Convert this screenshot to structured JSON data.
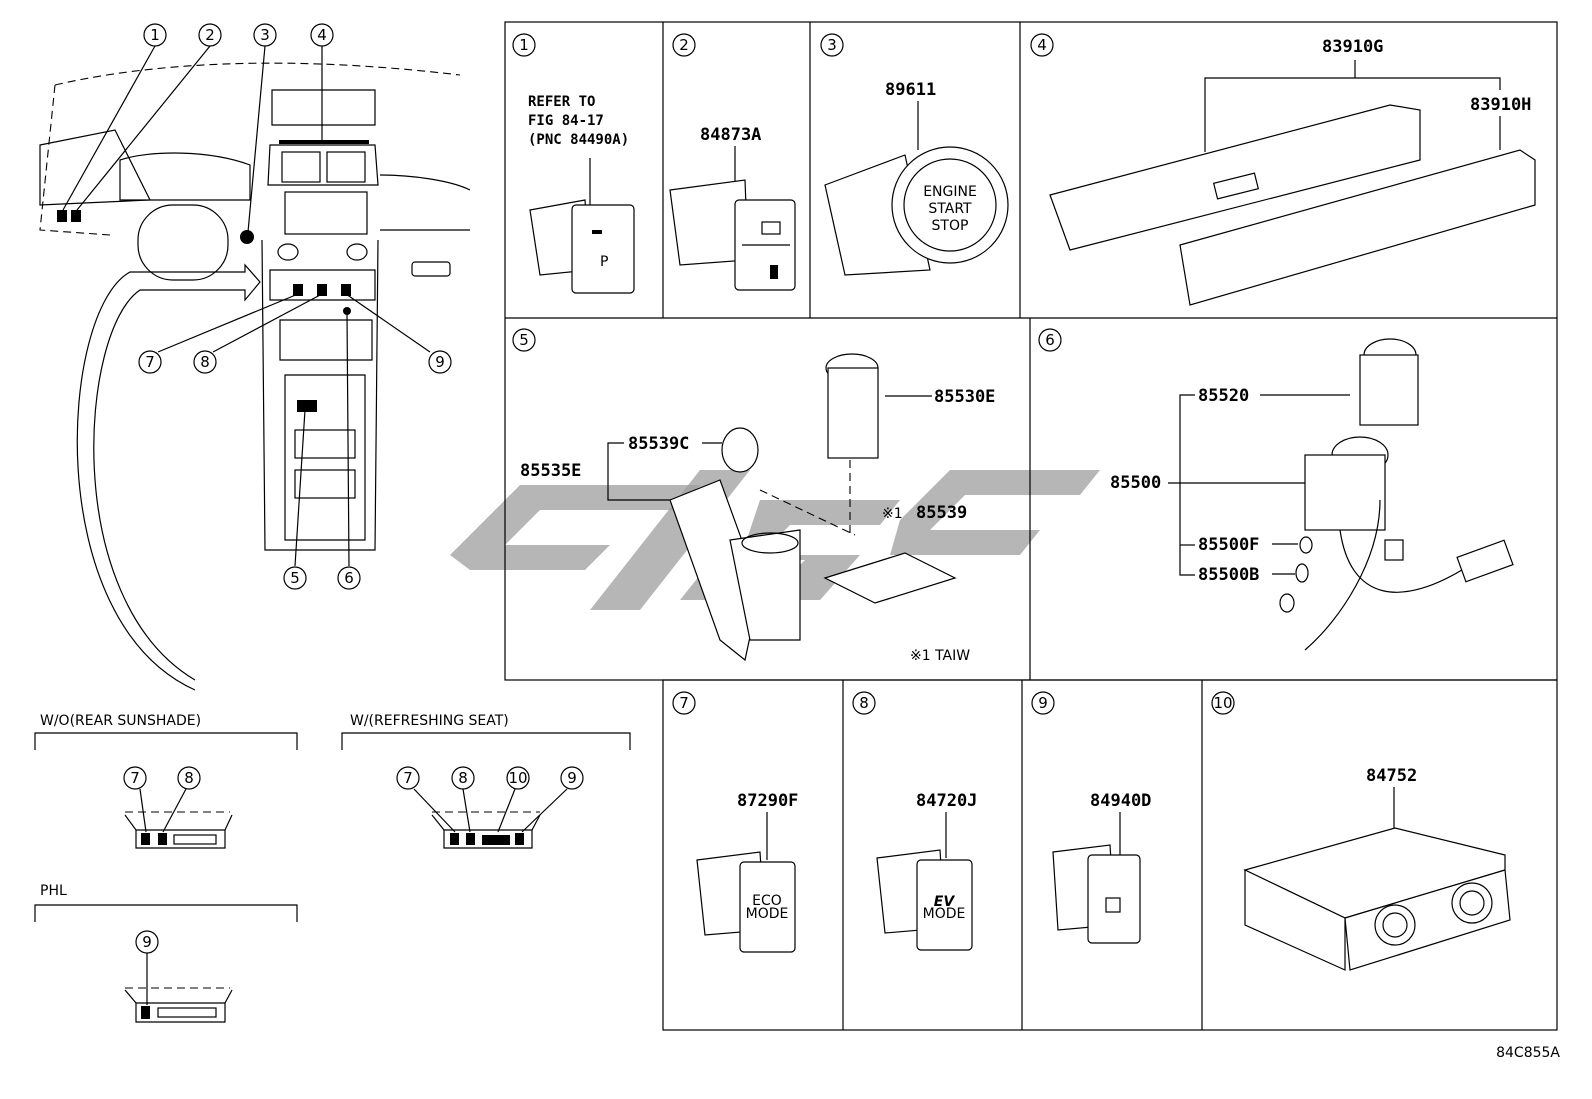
{
  "overview_callouts": [
    "1",
    "2",
    "3",
    "4",
    "5",
    "6",
    "7",
    "8",
    "9"
  ],
  "panels": [
    {
      "num": "1",
      "lines": [
        "REFER TO",
        "FIG 84-17",
        "(PNC 84490A)"
      ],
      "icon_text": "P"
    },
    {
      "num": "2",
      "part": "84873A"
    },
    {
      "num": "3",
      "part": "89611",
      "button_text": [
        "ENGINE",
        "START",
        "STOP"
      ]
    },
    {
      "num": "4",
      "parts": [
        "83910G",
        "83910H"
      ]
    },
    {
      "num": "5",
      "parts": [
        "85530E",
        "85539C",
        "85535E",
        "85539"
      ],
      "marker": "※1",
      "note": "※1 TAIW"
    },
    {
      "num": "6",
      "parts": [
        "85520",
        "85500",
        "85500F",
        "85500B"
      ]
    },
    {
      "num": "7",
      "part": "87290F",
      "button_text": [
        "ECO",
        "MODE"
      ]
    },
    {
      "num": "8",
      "part": "84720J",
      "button_text": [
        "EV",
        "MODE"
      ]
    },
    {
      "num": "9",
      "part": "84940D"
    },
    {
      "num": "10",
      "part": "84752"
    }
  ],
  "variants": [
    {
      "title": "W/O(REAR SUNSHADE)",
      "callouts": [
        "7",
        "8"
      ]
    },
    {
      "title": "W/(REFRESHING SEAT)",
      "callouts": [
        "7",
        "8",
        "10",
        "9"
      ]
    },
    {
      "title": "PHL",
      "callouts": [
        "9"
      ]
    }
  ],
  "figure_code": "84C855A",
  "colors": {
    "line": "#000000",
    "watermark": "#9e9e9e"
  }
}
